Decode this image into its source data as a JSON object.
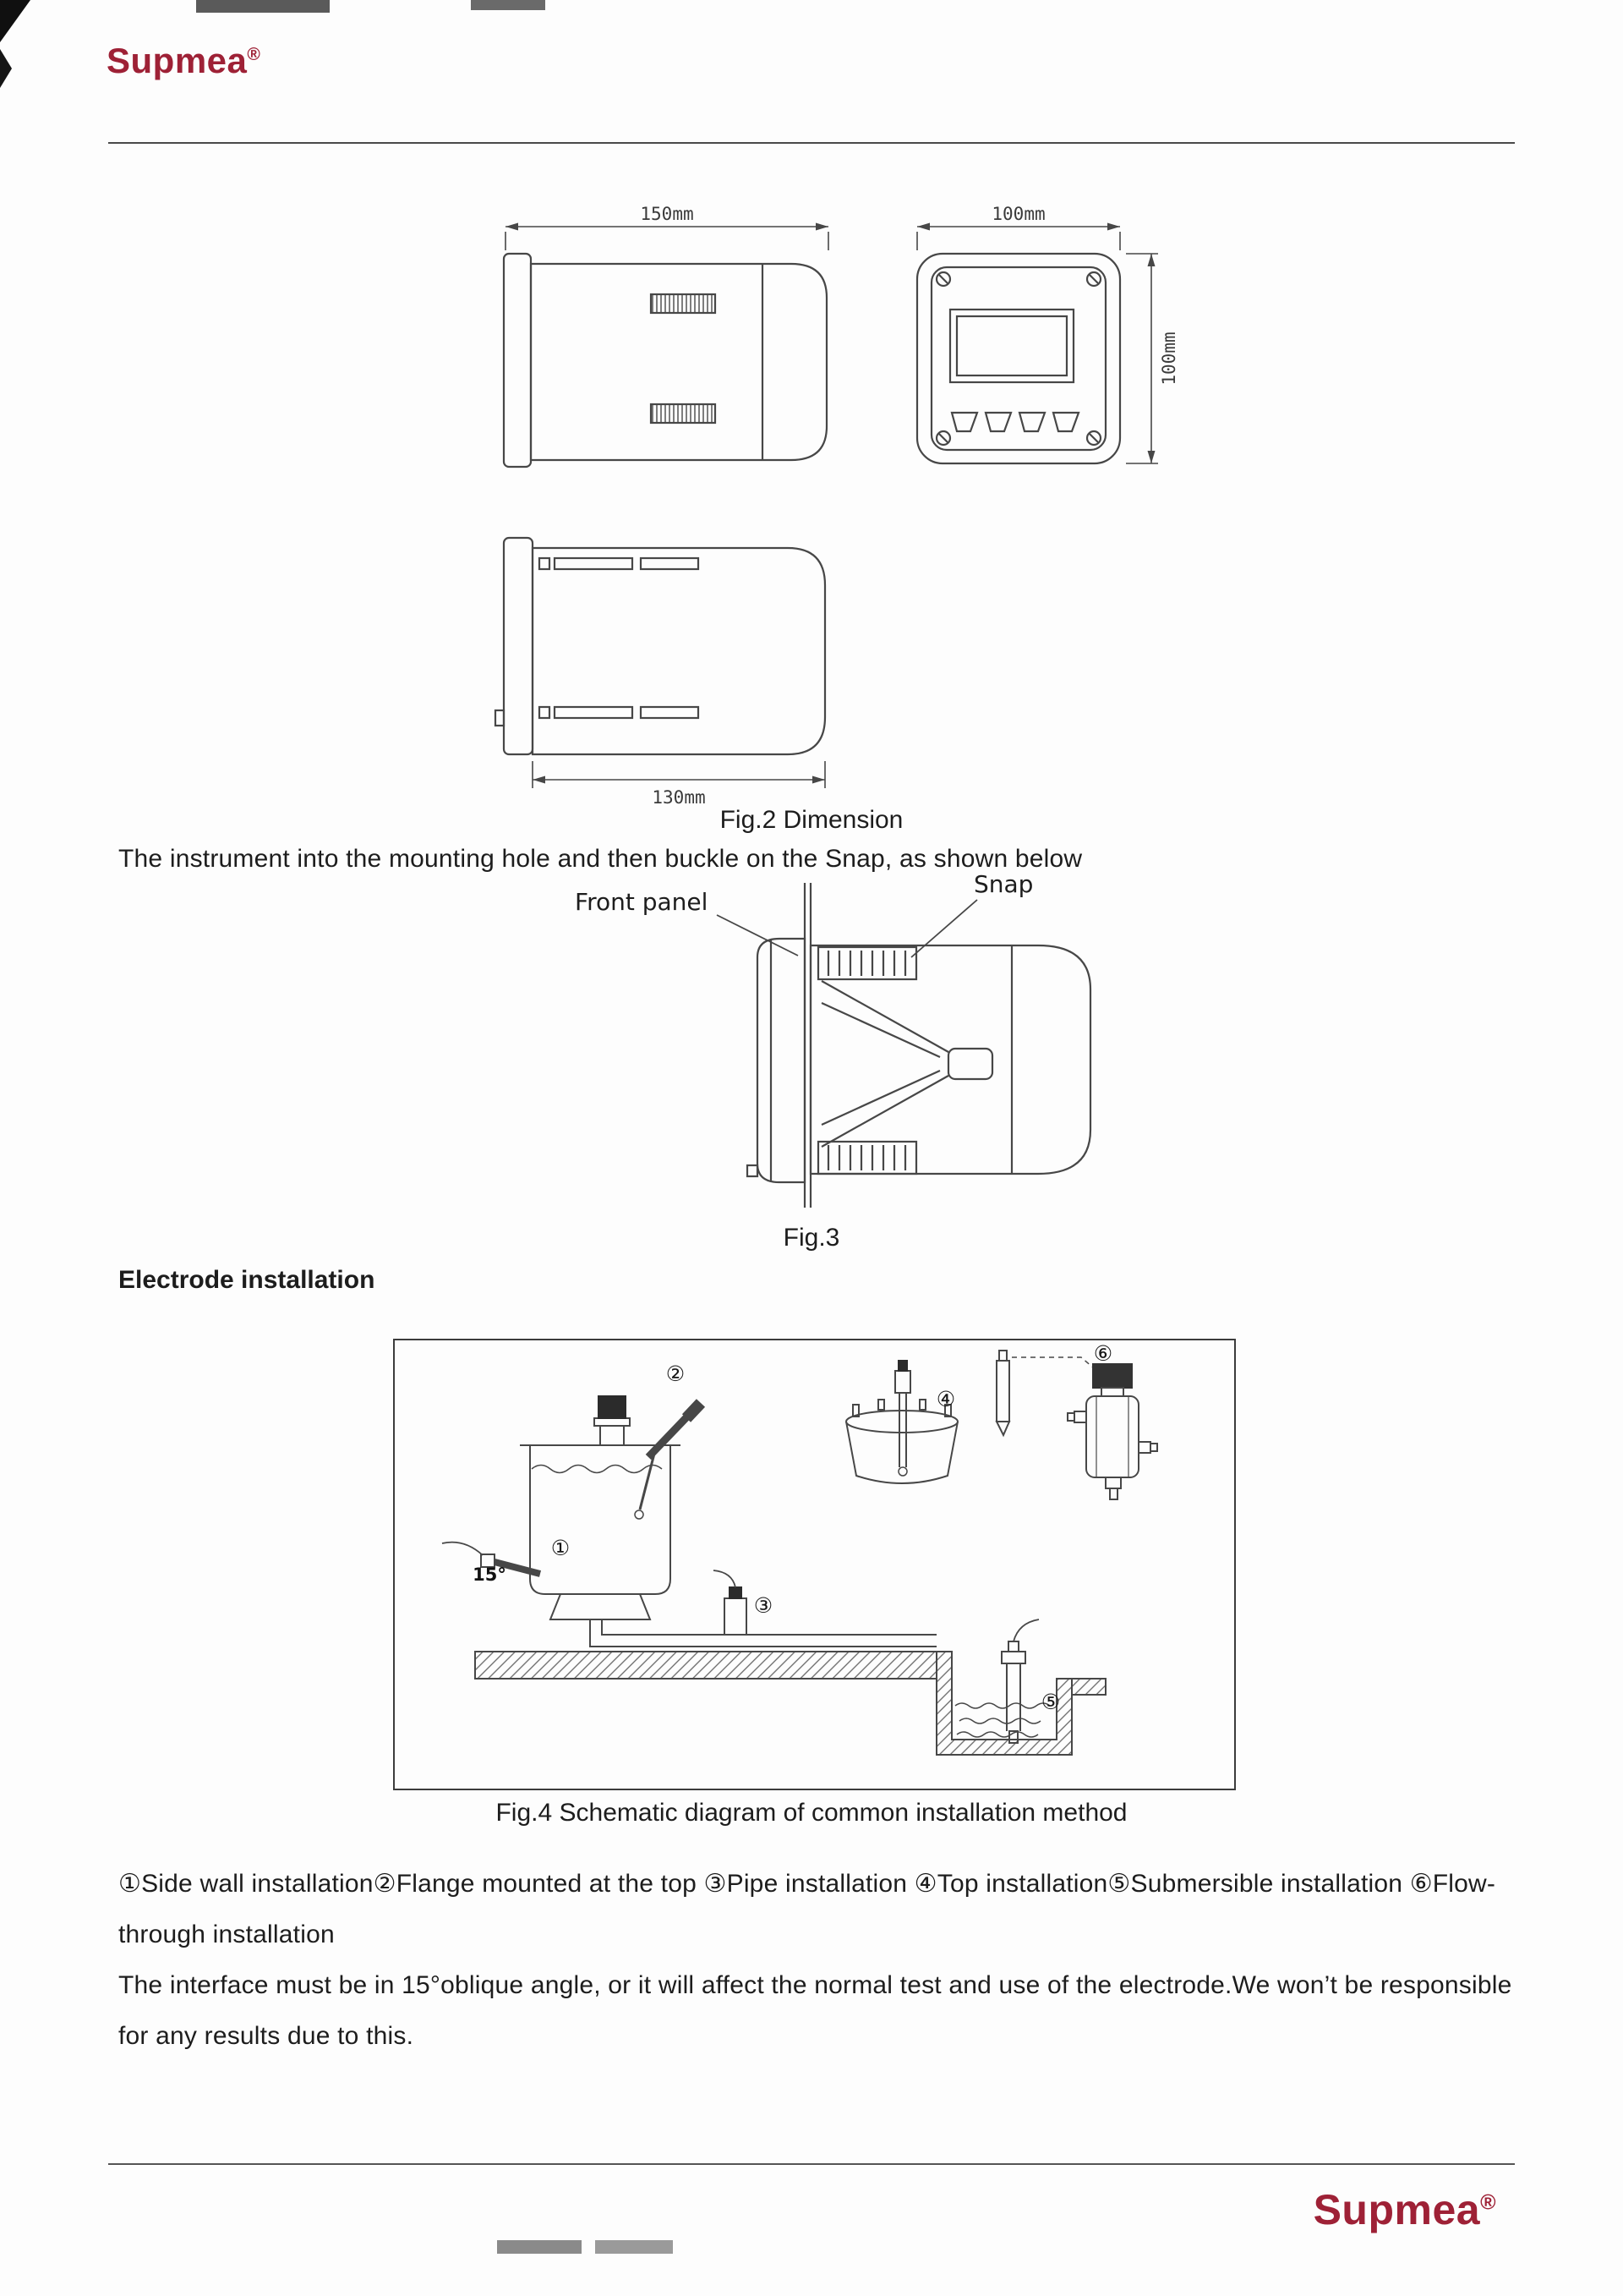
{
  "brand": {
    "name": "Supmea",
    "registered": "®",
    "color": "#9E2136"
  },
  "fig2": {
    "caption": "Fig.2 Dimension",
    "dim_side_width": "150mm",
    "dim_front_width": "100mm",
    "dim_front_height": "100mm",
    "dim_back_width": "130mm"
  },
  "fig3": {
    "caption": "Fig.3",
    "label_front_panel": "Front panel",
    "label_snap": "Snap"
  },
  "fig4": {
    "caption": "Fig.4 Schematic diagram of common installation method",
    "angle_label": "15°",
    "markers": [
      "①",
      "②",
      "③",
      "④",
      "⑤",
      "⑥"
    ]
  },
  "text": {
    "mounting_note": "The instrument into the mounting hole and then buckle on the Snap, as shown below",
    "electrode_heading": "Electrode installation",
    "installation_methods": "①Side wall installation②Flange mounted at the top ③Pipe installation ④Top installation⑤Submersible installation ⑥Flow-through installation",
    "angle_warning": "The interface must be in 15°oblique angle, or it will affect the normal test and use of the electrode.We won’t be responsible for any results due to this."
  }
}
